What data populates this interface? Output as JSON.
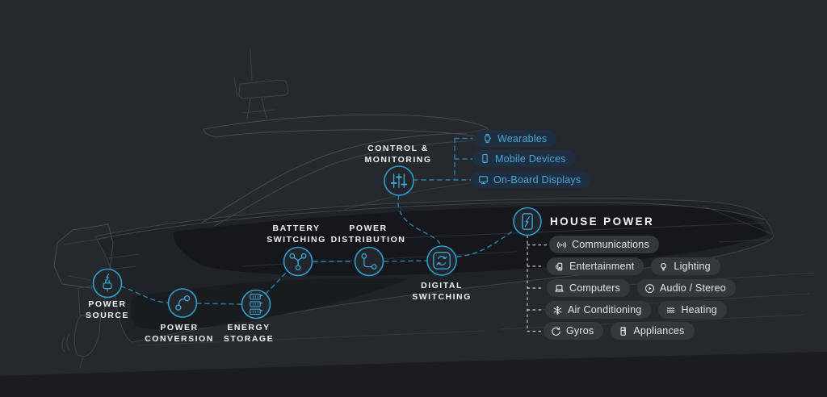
{
  "nodes": {
    "power_source": {
      "label": "POWER\nSOURCE"
    },
    "power_conversion": {
      "label": "POWER\nCONVERSION"
    },
    "energy_storage": {
      "label": "ENERGY\nSTORAGE"
    },
    "battery_switching": {
      "label": "BATTERY\nSWITCHING"
    },
    "power_distribution": {
      "label": "POWER\nDISTRIBUTION"
    },
    "digital_switching": {
      "label": "DIGITAL\nSWITCHING"
    },
    "control_monitoring": {
      "label": "CONTROL &\nMONITORING"
    },
    "house_power": {
      "label": "HOUSE POWER"
    }
  },
  "control_outputs": [
    {
      "label": "Wearables",
      "icon": "smartwatch-icon"
    },
    {
      "label": "Mobile Devices",
      "icon": "smartphone-icon"
    },
    {
      "label": "On-Board Displays",
      "icon": "monitor-icon"
    }
  ],
  "house_loads": {
    "rows": [
      [
        {
          "label": "Communications",
          "icon": "broadcast-icon"
        }
      ],
      [
        {
          "label": "Entertainment",
          "icon": "media-device-icon"
        },
        {
          "label": "Lighting",
          "icon": "lightbulb-icon"
        }
      ],
      [
        {
          "label": "Computers",
          "icon": "laptop-icon"
        },
        {
          "label": "Audio / Stereo",
          "icon": "play-circle-icon"
        }
      ],
      [
        {
          "label": "Air Conditioning",
          "icon": "snowflake-icon"
        },
        {
          "label": "Heating",
          "icon": "heat-waves-icon"
        }
      ],
      [
        {
          "label": "Gyros",
          "icon": "gyro-icon"
        },
        {
          "label": "Appliances",
          "icon": "refrigerator-icon"
        }
      ]
    ]
  },
  "colors": {
    "background": "#25282c",
    "accent_blue": "#2e9ecd",
    "line_blue": "#2d80ab",
    "connector_white": "#c9cdd2",
    "pill_blue_bg": "#1d2f41",
    "pill_blue_text": "#4da6d6",
    "pill_gray_bg": "#34383d",
    "pill_gray_text": "#e4e6e9",
    "node_label_text": "#eef1f3"
  }
}
